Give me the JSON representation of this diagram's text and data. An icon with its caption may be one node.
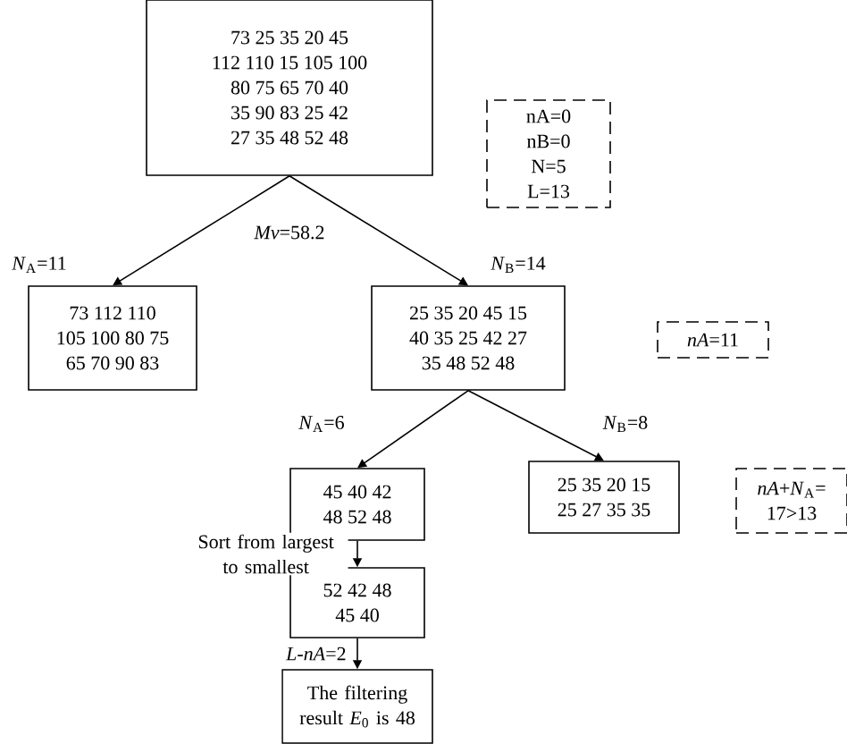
{
  "diagram": {
    "nodes": [
      {
        "text": [
          "73 25 35 20 45",
          "112 110 15 105 100",
          "80 75 65 70 40",
          "35 90 83 25 42",
          "27 35 48 52 48"
        ]
      },
      {
        "text": [
          "nA=0",
          "nB=0",
          "N=5",
          "L=13"
        ]
      },
      {
        "text": [
          "73 112 110",
          "105 100 80 75",
          "65 70 90 83"
        ]
      },
      {
        "text": [
          "25 35 20 45 15",
          "40 35 25 42 27",
          "35 48 52 48"
        ]
      },
      {
        "text": [
          "*nA*=11"
        ]
      },
      {
        "text": [
          "45 40 42",
          "48 52 48"
        ]
      },
      {
        "text": [
          "25 35 20 15",
          "25 27 35 35"
        ]
      },
      {
        "text": [
          "*nA*+*N*$_{A}$= 17>13"
        ]
      },
      {
        "text": [
          "52 42 48",
          "45 40"
        ]
      },
      {
        "text": [
          "The filtering result *E*$_{0}$ is 48"
        ]
      }
    ],
    "edges": [
      {
        "from": 0,
        "to": 2,
        "arrow": "to",
        "label": "*N*$_{A}$=11"
      },
      {
        "from": 0,
        "to": 3,
        "arrow": "to",
        "label": "*N*$_{B}$=14"
      },
      {
        "from": 3,
        "to": 5,
        "arrow": "to",
        "label": "*N*$_{A}$=6"
      },
      {
        "from": 3,
        "to": 6,
        "arrow": "to",
        "label": "*N*$_{B}$=8"
      },
      {
        "from": 5,
        "to": 8,
        "arrow": "to",
        "label": "Sort from largest to smallest"
      },
      {
        "from": 8,
        "to": 9,
        "arrow": "to",
        "label": "*L*-*nA*=2"
      }
    ],
    "labels": [
      "*Mv*=58.2"
    ]
  }
}
